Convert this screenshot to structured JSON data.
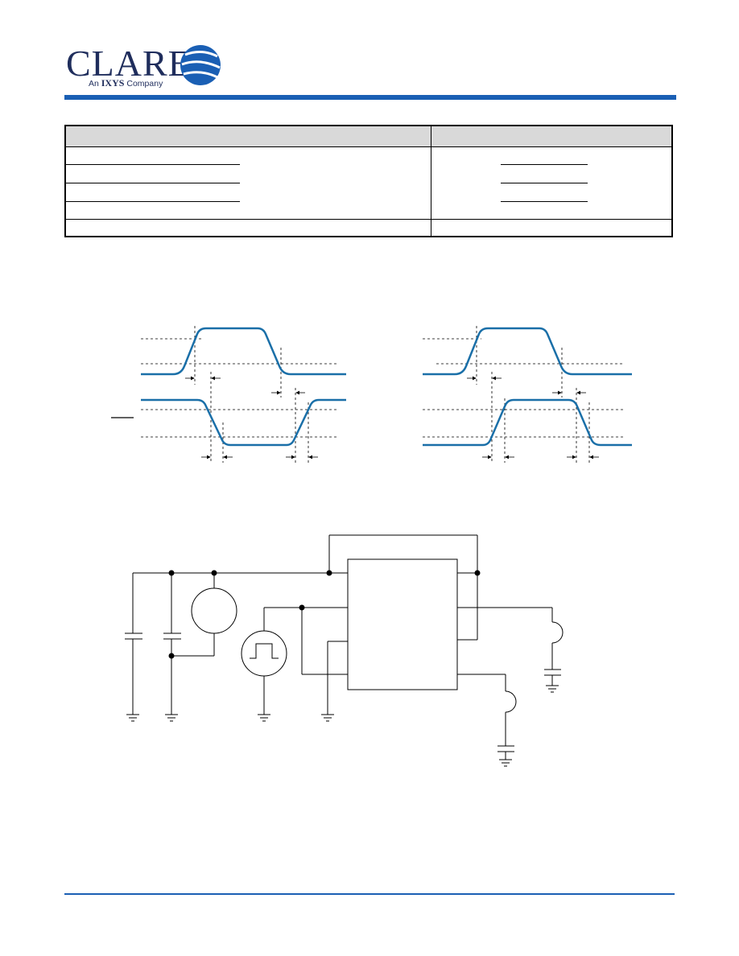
{
  "logo": {
    "brand": "CLARE",
    "tagline_prefix": "An",
    "tagline_brand": "IXYS",
    "tagline_suffix": "Company"
  },
  "colors": {
    "brand_blue": "#1a5fb4",
    "waveform_blue": "#1a6fa8",
    "table_header_gray": "#d9d9d9"
  },
  "icons": [
    "logo-globe-icon",
    "pulse-generator-icon",
    "ground-icon",
    "capacitor-icon",
    "load-coil-icon"
  ]
}
